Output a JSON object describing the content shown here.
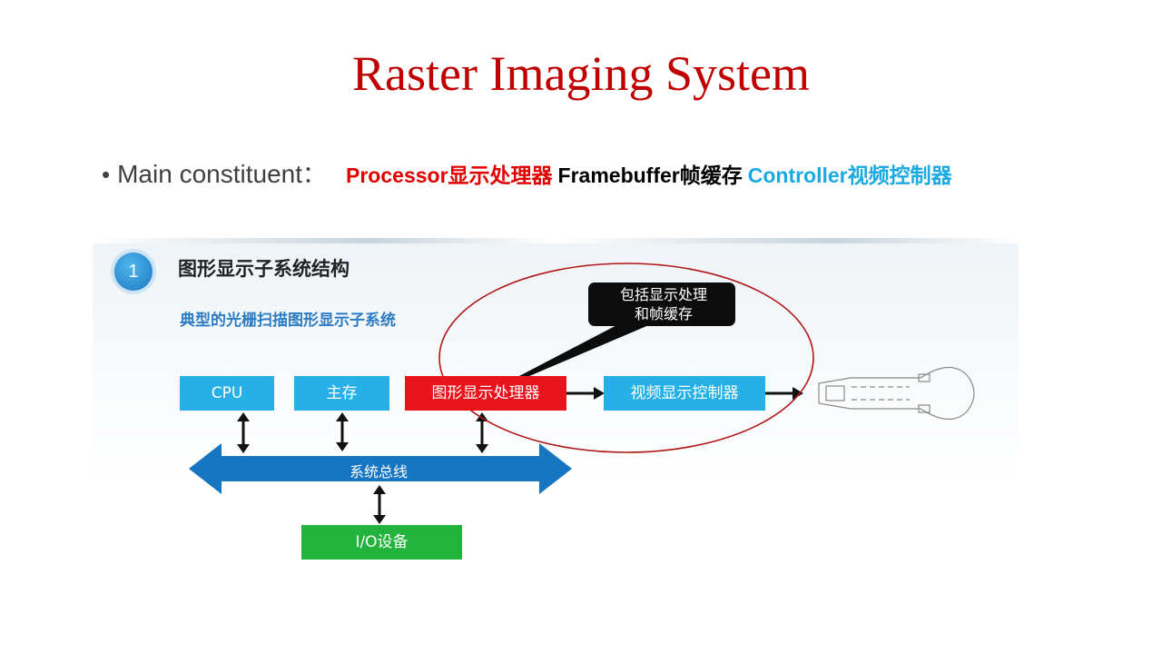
{
  "slide": {
    "title": "Raster Imaging System",
    "bullet": {
      "lead": "Main constituent",
      "colon": "：",
      "parts": {
        "processor": "Processor显示处理器",
        "framebuffer": "Framebuffer帧缓存",
        "controller": "Controller视频控制器"
      }
    }
  },
  "diagram": {
    "step_number": "1",
    "heading": "图形显示子系统结构",
    "subheading": "典型的光栅扫描图形显示子系统",
    "callout_lines": [
      "包括显示处理",
      "和帧缓存"
    ],
    "boxes": {
      "cpu": "CPU",
      "memory": "主存",
      "processor": "图形显示处理器",
      "controller": "视频显示控制器",
      "io": "I/O设备"
    },
    "bus_label": "系统总线",
    "colors": {
      "title": "#c00000",
      "processor_text": "#e00000",
      "controller_text": "#1aa9e0",
      "box_blue": "#27b0e6",
      "box_red": "#e8141c",
      "box_green": "#22b33c",
      "bus": "#1676c2",
      "ellipse": "#b01818"
    }
  }
}
